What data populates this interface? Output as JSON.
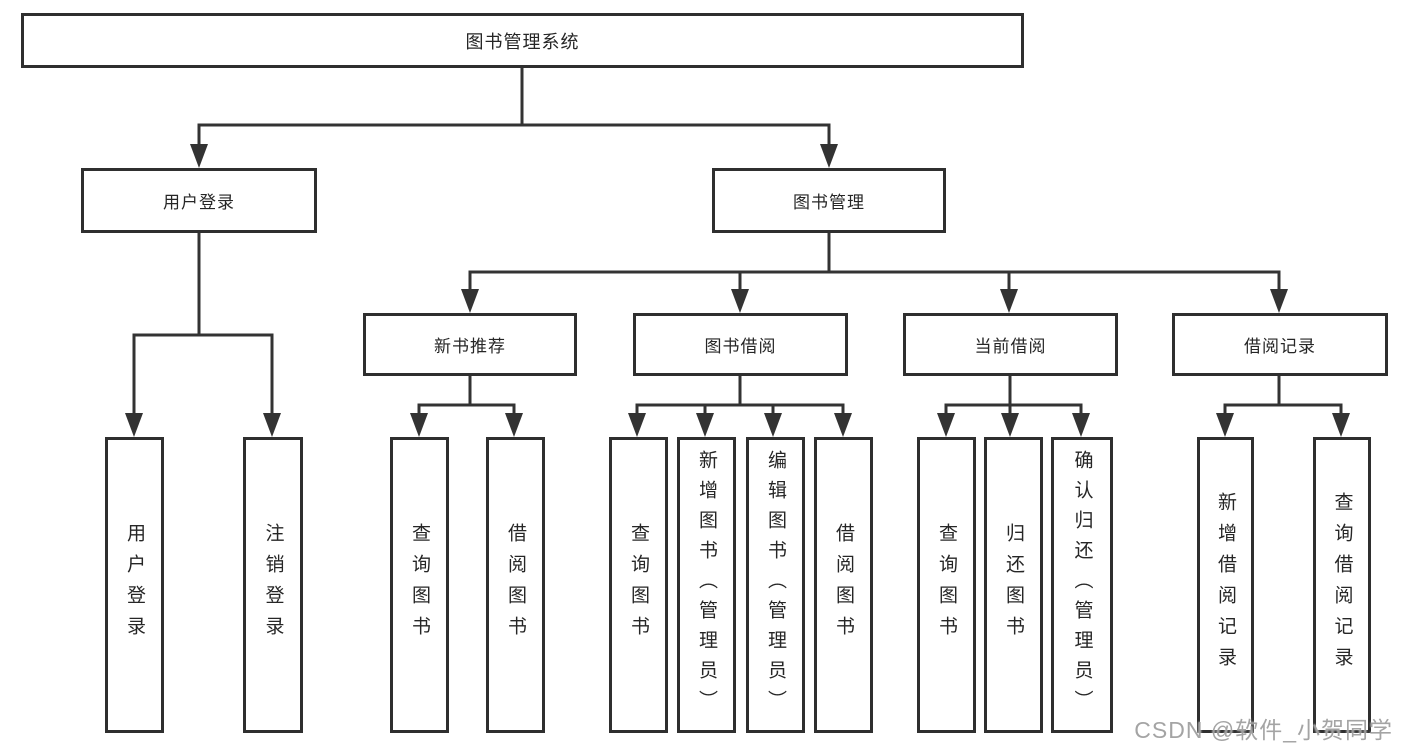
{
  "diagram": {
    "root": {
      "label": "图书管理系统"
    },
    "level2": {
      "user_login": {
        "label": "用户登录"
      },
      "book_management": {
        "label": "图书管理"
      }
    },
    "level3": {
      "new_books": {
        "label": "新书推荐"
      },
      "book_borrow": {
        "label": "图书借阅"
      },
      "current_borrow": {
        "label": "当前借阅"
      },
      "borrow_records": {
        "label": "借阅记录"
      }
    },
    "leaves": {
      "user_login": [
        "用户登录",
        "注销登录"
      ],
      "new_books": [
        "查询图书",
        "借阅图书"
      ],
      "book_borrow": [
        "查询图书",
        "新增图书（管理员）",
        "编辑图书（管理员）",
        "借阅图书"
      ],
      "current_borrow": [
        "查询图书",
        "归还图书",
        "确认归还（管理员）"
      ],
      "borrow_records": [
        "新增借阅记录",
        "查询借阅记录"
      ]
    }
  },
  "watermark": {
    "text": "CSDN @软件_小贺同学"
  },
  "colors": {
    "line": "#333333",
    "box_border": "#2f2f2f",
    "text": "#262626",
    "background": "#ffffff",
    "watermark": "#9c9c9c"
  }
}
